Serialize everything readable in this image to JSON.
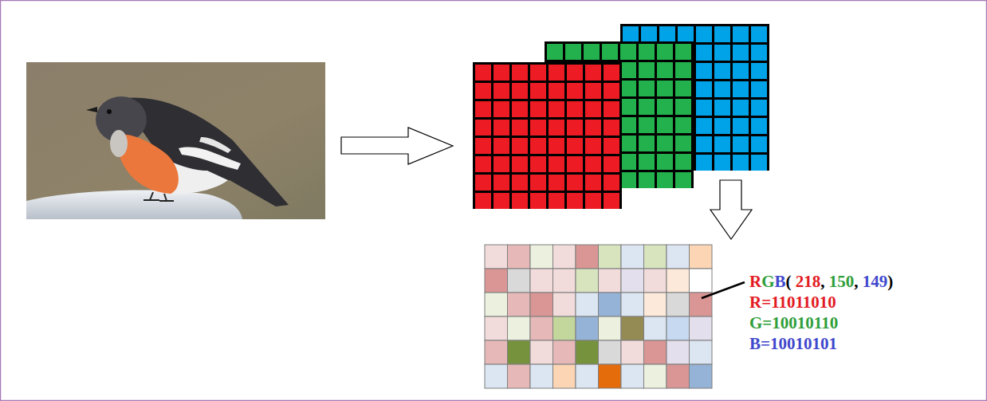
{
  "diagram": {
    "labels": [
      "RGB( 218, 150, 149)",
      "R=11011010",
      "G=10010110",
      "B=10010101"
    ]
  }
}
